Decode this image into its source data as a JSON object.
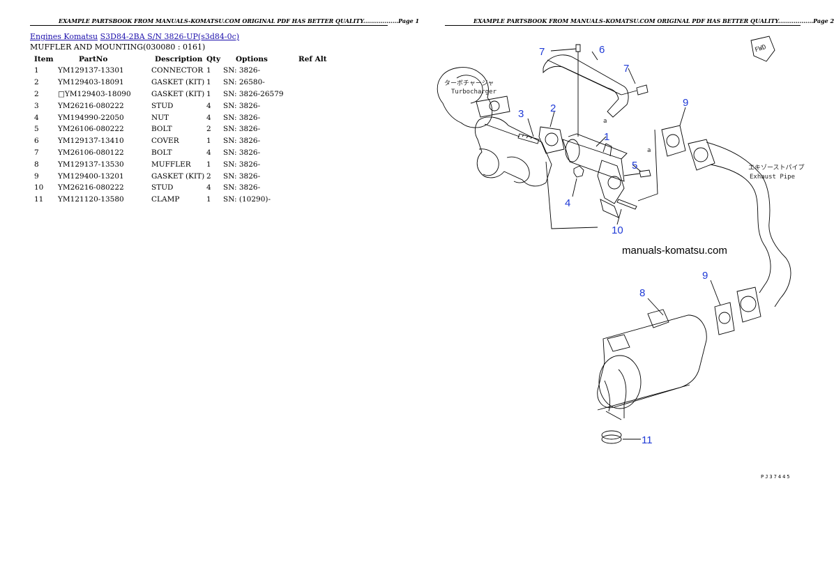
{
  "page1": {
    "header": "EXAMPLE PARTSBOOK FROM MANUALS-KOMATSU.COM ORIGINAL PDF HAS BETTER QUALITY..................Page 1",
    "breadcrumb": {
      "link1": "Engines Komatsu",
      "link2": "S3D84-2BA S/N  3826-UP(s3d84-0c)"
    },
    "subtitle": "MUFFLER AND MOUNTING(030080 : 0161)",
    "table": {
      "headers": [
        "Item",
        "PartNo",
        "Description",
        "Qty",
        "Options",
        "Ref Alt"
      ],
      "rows": [
        [
          "1",
          "YM129137-13301",
          "CONNECTOR",
          "1",
          "SN: 3826-",
          ""
        ],
        [
          "2",
          "YM129403-18091",
          "GASKET (KIT)",
          "1",
          "SN: 26580-",
          ""
        ],
        [
          "2",
          "□YM129403-18090",
          "GASKET (KIT)",
          "1",
          "SN: 3826-26579",
          ""
        ],
        [
          "3",
          "YM26216-080222",
          "STUD",
          "4",
          "SN: 3826-",
          ""
        ],
        [
          "4",
          "YM194990-22050",
          "NUT",
          "4",
          "SN: 3826-",
          ""
        ],
        [
          "5",
          "YM26106-080222",
          "BOLT",
          "2",
          "SN: 3826-",
          ""
        ],
        [
          "6",
          "YM129137-13410",
          "COVER",
          "1",
          "SN: 3826-",
          ""
        ],
        [
          "7",
          "YM26106-080122",
          "BOLT",
          "4",
          "SN: 3826-",
          ""
        ],
        [
          "8",
          "YM129137-13530",
          "MUFFLER",
          "1",
          "SN: 3826-",
          ""
        ],
        [
          "9",
          "YM129400-13201",
          "GASKET (KIT)",
          "2",
          "SN: 3826-",
          ""
        ],
        [
          "10",
          "YM26216-080222",
          "STUD",
          "4",
          "SN: 3826-",
          ""
        ],
        [
          "11",
          "YM121120-13580",
          "CLAMP",
          "1",
          "SN: (10290)-",
          ""
        ]
      ]
    }
  },
  "page2": {
    "header": "EXAMPLE PARTSBOOK FROM MANUALS-KOMATSU.COM ORIGINAL PDF HAS BETTER QUALITY..................Page 2",
    "diagram": {
      "callouts": [
        "7",
        "6",
        "7",
        "3",
        "2",
        "1",
        "9",
        "5",
        "4",
        "10",
        "8",
        "9",
        "11"
      ],
      "watermark": "manuals-komatsu.com",
      "turbo_jp": "ターボチャージャ",
      "turbo_en": "Turbocharger",
      "exhaust_jp": "エキゾーストパイプ",
      "exhaust_en": "Exhaust Pipe",
      "fwd": "FWD",
      "label_a1": "a",
      "label_a2": "a",
      "drawing_code": "PJ37445"
    }
  }
}
